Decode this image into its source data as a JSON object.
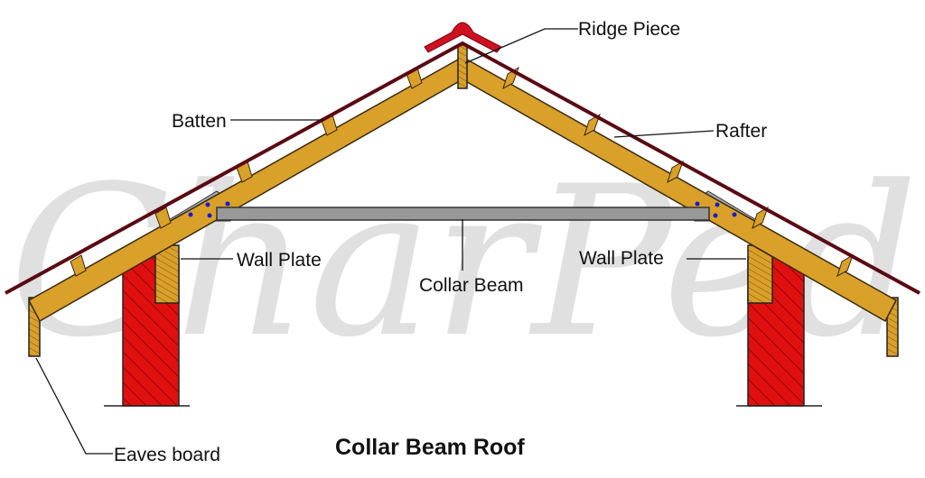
{
  "title": "Collar  Beam Roof",
  "watermark": "GharPedia",
  "labels": {
    "ridge_piece": "Ridge Piece",
    "batten": "Batten",
    "rafter": "Rafter",
    "wall_plate_left": "Wall Plate",
    "wall_plate_right": "Wall Plate",
    "collar_beam": "Collar Beam",
    "eaves_board": "Eaves board"
  },
  "colors": {
    "timber": "#d9a02a",
    "wall": "#e01010",
    "roof_cover": "#5a0a14",
    "ridge_cap": "#d01020",
    "collar_beam": "#999999",
    "bolts": "#1a1acc"
  }
}
